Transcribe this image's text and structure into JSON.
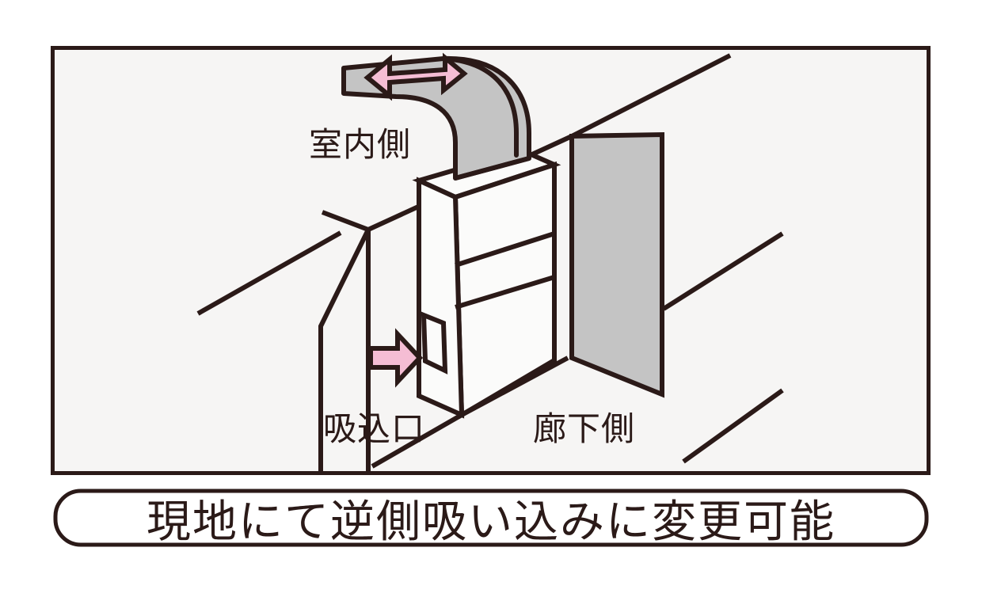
{
  "figure": {
    "title_caption": "現地にて逆側吸い込みに変更可能",
    "frame": {
      "border_color": "#2b1a18",
      "fill_color": "#f6f5f4"
    },
    "labels": {
      "indoor_side": "室内側",
      "suction_inlet": "吸込口",
      "corridor_side": "廊下側"
    },
    "colors": {
      "line": "#2b1a18",
      "duct_gray": "#c4c4c4",
      "door_gray": "#c4c4c4",
      "arrow_pink": "#f5bdd4",
      "unit_white": "#fbfbfa",
      "panel_bg": "#f6f5f4",
      "page_bg": "#ffffff"
    },
    "parts": {
      "duct": "curved-supply-duct",
      "unit": "fan-coil-unit-cabinet",
      "grille": "suction-grille",
      "door_panel": "corridor-door-panel",
      "wall_corner": "ceiling-wall-corner",
      "arrow_up": "airflow-discharge-arrow",
      "arrow_side": "airflow-intake-arrow"
    }
  }
}
